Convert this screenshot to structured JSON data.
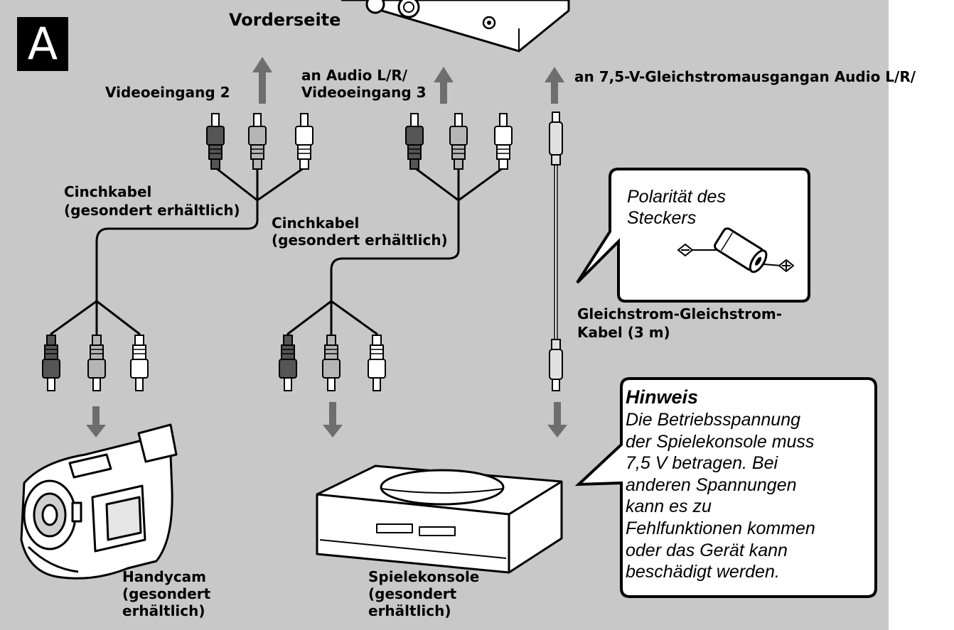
{
  "panel_letter": "A",
  "labels": {
    "front": "Vorderseite",
    "video_input_2": "Videoeingang 2",
    "audio_lr_left_line1": "an Audio L/R/",
    "audio_lr_left_line2": "Videoeingang 3",
    "dc_output": "an 7,5-V-Gleichstromausgangan Audio L/R/",
    "cinch_cable_1_line1": "Cinchkabel",
    "cinch_cable_1_line2": "(gesondert erhältlich)",
    "cinch_cable_2_line1": "Cinchkabel",
    "cinch_cable_2_line2": "(gesondert erhältlich)",
    "dc_cable_line1": "Gleichstrom-Gleichstrom-",
    "dc_cable_line2": "Kabel (3 m)",
    "handycam_line1": "Handycam",
    "handycam_line2": "(gesondert",
    "handycam_line3": "erhältlich)",
    "console_line1": "Spielekonsole",
    "console_line2": "(gesondert",
    "console_line3": "erhältlich)"
  },
  "polarity": {
    "line1": "Polarität des",
    "line2": "Steckers",
    "minus": "−",
    "plus": "+"
  },
  "note": {
    "heading": "Hinweis",
    "body": "Die Betriebsspannung\nder Spielekonsole muss\n7,5 V betragen. Bei\nanderen Spannungen\nkann es zu\nFehlfunktionen kommen\noder das Gerät kann\nbeschädigt werden."
  },
  "colors": {
    "panel_background": "#c8c8c8",
    "arrow": "#6e6e6e",
    "line": "#000000",
    "callout_fill": "#ffffff"
  }
}
